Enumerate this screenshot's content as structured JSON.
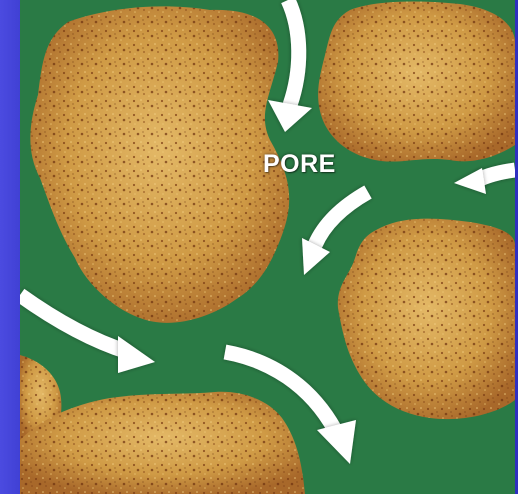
{
  "diagram": {
    "label": "PORE",
    "colors": {
      "background": "#3535c8",
      "pore_space": "#2a7a45",
      "grain": "#d4a24c",
      "grain_dark": "#8a4a1c",
      "arrow": "#ffffff"
    },
    "grains": [
      "grain-top-left",
      "grain-top-right",
      "grain-right",
      "grain-bottom-left",
      "grain-bottom"
    ],
    "flow_arrows": [
      "flow-arrow-top",
      "flow-arrow-right",
      "flow-arrow-center",
      "flow-arrow-left",
      "flow-arrow-bottom"
    ]
  }
}
